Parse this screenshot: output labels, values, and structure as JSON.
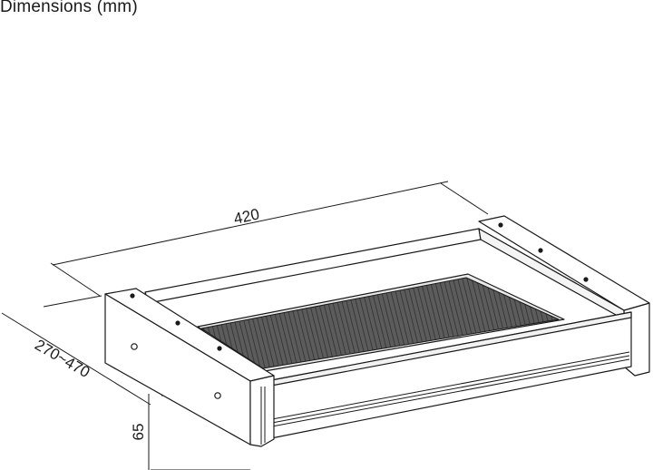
{
  "title": "Dimensions (mm)",
  "dimensions": {
    "width": "420",
    "depth": "270~470",
    "height": "65"
  }
}
